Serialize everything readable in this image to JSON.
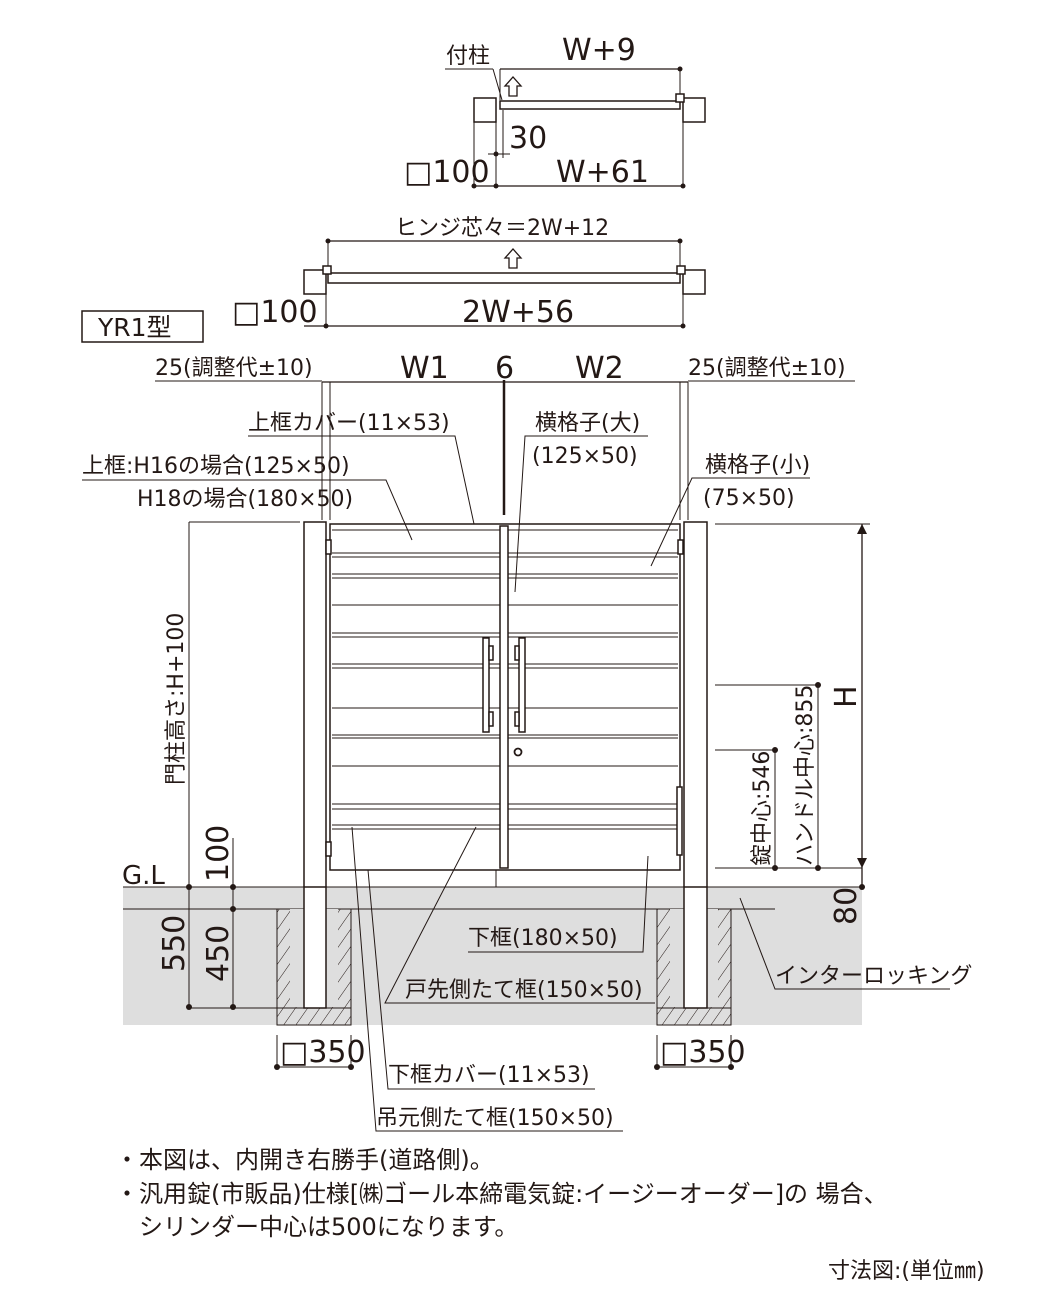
{
  "plan_single": {
    "post_label": "付柱",
    "width_top": "W+9",
    "gap": "30",
    "post_size": "□100",
    "width_bottom": "W+61"
  },
  "plan_double": {
    "hinge_center": "ヒンジ芯々＝2W+12",
    "post_size": "□100",
    "width_bottom": "2W+56"
  },
  "model": "YR1型",
  "elevation": {
    "adjust_left": "25(調整代±10)",
    "adjust_right": "25(調整代±10)",
    "w1": "W1",
    "gap": "6",
    "w2": "W2",
    "top_cover": "上框カバー(11×53)",
    "top_frame_h16": "上框:H16の場合(125×50)",
    "top_frame_h18": "H18の場合(180×50)",
    "rail_large_1": "横格子(大)",
    "rail_large_2": "(125×50)",
    "rail_small_1": "横格子(小)",
    "rail_small_2": "(75×50)",
    "post_height": "門柱高さ:H+100",
    "h": "H",
    "handle_center": "ハンドル中心:855",
    "lock_center": "錠中心:546",
    "gl": "G.L",
    "dim_100": "100",
    "dim_550": "550",
    "dim_450": "450",
    "dim_80": "80",
    "bottom_frame": "下框(180×50)",
    "latch_stile": "戸先側たて框(150×50)",
    "interlocking": "インターロッキング",
    "found_left": "□350",
    "found_right": "□350",
    "bottom_cover": "下框カバー(11×53)",
    "hinge_stile": "吊元側たて框(150×50)"
  },
  "notes": [
    "・本図は、内開き右勝手(道路側)。",
    "・汎用錠(市販品)仕様[㈱ゴール本締電気錠:イージーオーダー]の 場合、",
    "　シリンダー中心は500になります。"
  ],
  "footer": "寸法図:(単位㎜)",
  "colors": {
    "ink": "#231815",
    "ground": "#dedede"
  }
}
